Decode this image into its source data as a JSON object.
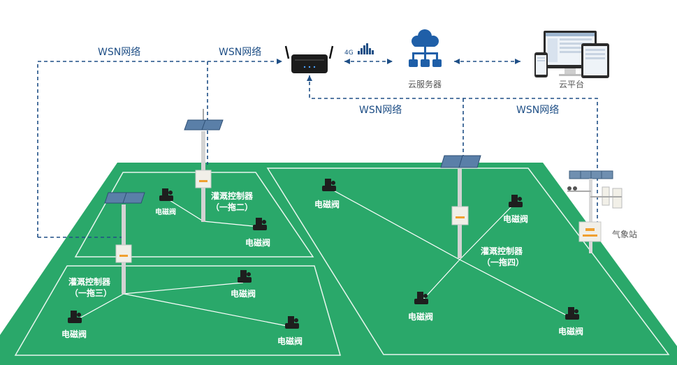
{
  "network": {
    "wsn_label_1": "WSN网络",
    "wsn_label_2": "WSN网络",
    "wsn_label_3": "WSN网络",
    "wsn_label_4": "WSN网络",
    "signal_label": "4G",
    "cloud_server_label": "云服务器",
    "cloud_platform_label": "云平台",
    "weather_station_label": "气象站"
  },
  "controllers": {
    "c2_line1": "灌溉控制器",
    "c2_line2": "（一拖二）",
    "c3_line1": "灌溉控制器",
    "c3_line2": "（一拖三）",
    "c4_line1": "灌溉控制器",
    "c4_line2": "（一拖四）"
  },
  "valves": {
    "v2a": "电磁阀",
    "v2b": "电磁阀",
    "v3a": "电磁阀",
    "v3b": "电磁阀",
    "v3c": "电磁阀",
    "v4a": "电磁阀",
    "v4b": "电磁阀",
    "v4c": "电磁阀",
    "v4d": "电磁阀"
  },
  "colors": {
    "field": "#2aa86a",
    "field_line": "#e8f6ee",
    "dash_line": "#1f4f86",
    "icon_blue": "#1f5fa8",
    "controller_box": "#f1efe8",
    "controller_accent": "#f0a030"
  }
}
